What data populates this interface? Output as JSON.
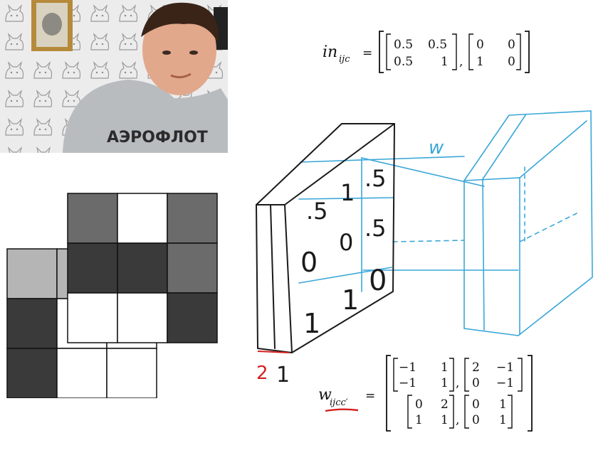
{
  "webcam": {
    "shirt_text": "АЭРОФЛОТ"
  },
  "grids": {
    "front_cells": [
      "#6b6b6b",
      "#ffffff",
      "#6b6b6b",
      "#3a3a3a",
      "#3a3a3a",
      "#6b6b6b",
      "#ffffff",
      "#ffffff",
      "#3a3a3a"
    ],
    "back_cells": [
      "#b5b5b5",
      "#b5b5b5",
      "#ffffff",
      "#3a3a3a",
      "#ffffff",
      "#ffffff",
      "#3a3a3a",
      "#ffffff",
      "#ffffff"
    ]
  },
  "sketch": {
    "volume_values": [
      ".5",
      "1",
      ".5",
      "0",
      "0",
      ".5",
      "1",
      "1",
      "0"
    ],
    "weight_label": "w",
    "depth_label_red": "2",
    "depth_label_black": "1",
    "ink_black": "#1a1a1a",
    "ink_blue": "#3aa7d8",
    "ink_red": "#d42020"
  },
  "equation_in": {
    "symbol": "in",
    "subscript": "ijc",
    "equals": "=",
    "matrices": [
      [
        [
          "0.5",
          "0.5"
        ],
        [
          "0.5",
          "1"
        ]
      ],
      [
        [
          "0",
          "0"
        ],
        [
          "1",
          "0"
        ]
      ]
    ]
  },
  "equation_w": {
    "symbol": "w",
    "subscript": "ijcc′",
    "equals": "=",
    "matrices": [
      [
        [
          "−1",
          "1"
        ],
        [
          "−1",
          "1"
        ]
      ],
      [
        [
          "2",
          "−1"
        ],
        [
          "0",
          "−1"
        ]
      ],
      [
        [
          "0",
          "2"
        ],
        [
          "1",
          "1"
        ]
      ],
      [
        [
          "0",
          "1"
        ],
        [
          "0",
          "1"
        ]
      ]
    ],
    "underline_color": "#d42020"
  }
}
